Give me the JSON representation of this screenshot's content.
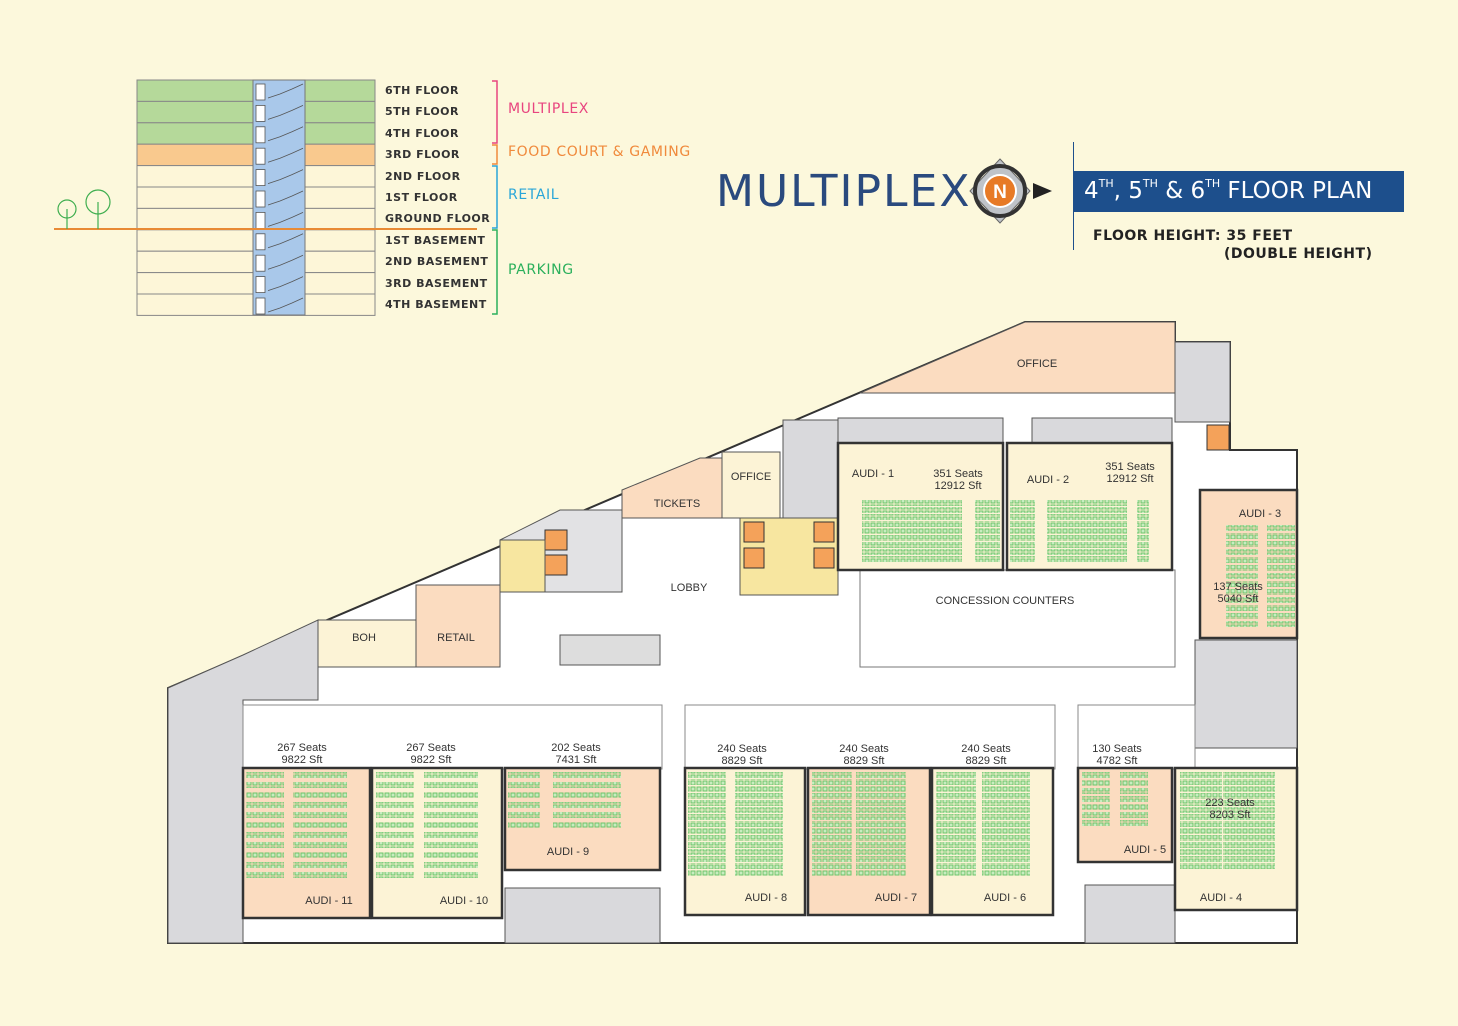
{
  "stack": {
    "floors": [
      "6TH FLOOR",
      "5TH FLOOR",
      "4TH FLOOR",
      "3RD FLOOR",
      "2ND FLOOR",
      "1ST FLOOR",
      "GROUND FLOOR",
      "1ST BASEMENT",
      "2ND BASEMENT",
      "3RD BASEMENT",
      "4TH BASEMENT"
    ],
    "categories": [
      {
        "label": "MULTIPLEX",
        "color": "#e8457f"
      },
      {
        "label": "FOOD COURT & GAMING",
        "color": "#f08a3c"
      },
      {
        "label": "RETAIL",
        "color": "#2aa6d8"
      },
      {
        "label": "PARKING",
        "color": "#2bb05c"
      }
    ]
  },
  "header": {
    "title": "MULTIPLEX",
    "compass_letter": "N",
    "banner_parts": [
      "4",
      "TH",
      ", 5",
      "TH",
      " & 6",
      "TH",
      " FLOOR PLAN"
    ],
    "floor_height": "FLOOR  HEIGHT: 35 FEET",
    "double_height": "(DOUBLE HEIGHT)"
  },
  "plan": {
    "rooms": {
      "office_top": "OFFICE",
      "office_small": "OFFICE",
      "tickets": "TICKETS",
      "lobby": "LOBBY",
      "boh": "BOH",
      "retail": "RETAIL",
      "concession": "CONCESSION COUNTERS"
    },
    "audis": [
      {
        "name": "AUDI - 1",
        "seats": "351 Seats",
        "area": "12912 Sft"
      },
      {
        "name": "AUDI - 2",
        "seats": "351 Seats",
        "area": "12912 Sft"
      },
      {
        "name": "AUDI - 3",
        "seats": "137 Seats",
        "area": "5040 Sft"
      },
      {
        "name": "AUDI - 4",
        "seats": "223 Seats",
        "area": "8203 Sft"
      },
      {
        "name": "AUDI - 5",
        "seats": "130 Seats",
        "area": "4782 Sft"
      },
      {
        "name": "AUDI - 6",
        "seats": "240 Seats",
        "area": "8829 Sft"
      },
      {
        "name": "AUDI - 7",
        "seats": "240 Seats",
        "area": "8829 Sft"
      },
      {
        "name": "AUDI - 8",
        "seats": "240 Seats",
        "area": "8829 Sft"
      },
      {
        "name": "AUDI - 9",
        "seats": "202 Seats",
        "area": "7431 Sft"
      },
      {
        "name": "AUDI - 10",
        "seats": "267 Seats",
        "area": "9822 Sft"
      },
      {
        "name": "AUDI - 11",
        "seats": "267 Seats",
        "area": "9822 Sft"
      }
    ]
  }
}
